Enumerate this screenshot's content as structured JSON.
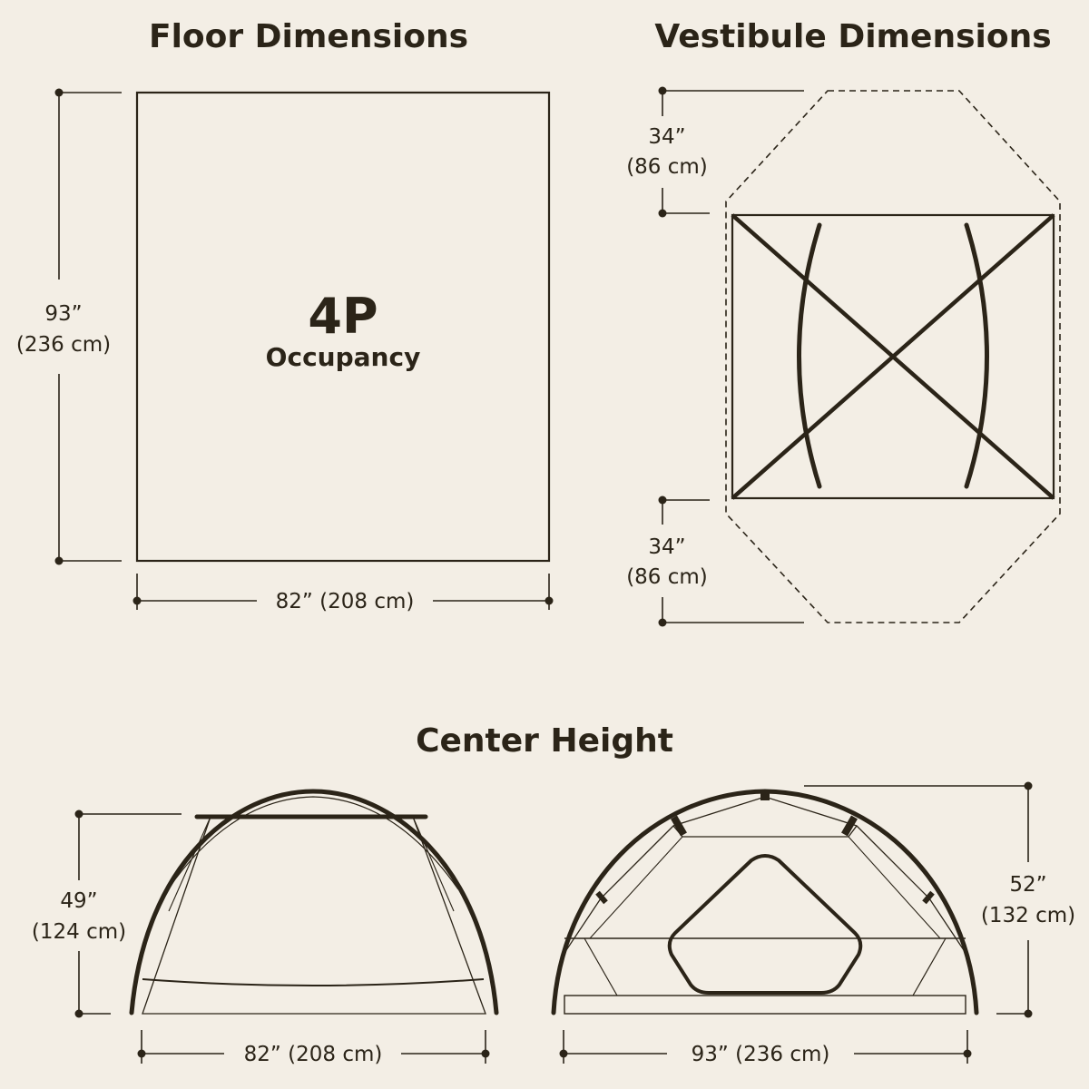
{
  "floor": {
    "title": "Floor Dimensions",
    "height_in": "93”",
    "height_cm": "(236 cm)",
    "width_label": "82” (208 cm)",
    "occupancy_big": "4P",
    "occupancy_label": "Occupancy"
  },
  "vestibule": {
    "title": "Vestibule Dimensions",
    "top_in": "34”",
    "top_cm": "(86 cm)",
    "bottom_in": "34”",
    "bottom_cm": "(86 cm)"
  },
  "center": {
    "title": "Center Height",
    "side_height_in": "49”",
    "side_height_cm": "(124 cm)",
    "side_width_label": "82” (208 cm)",
    "front_height_in": "52”",
    "front_height_cm": "(132 cm)",
    "front_width_label": "93” (236 cm)"
  }
}
